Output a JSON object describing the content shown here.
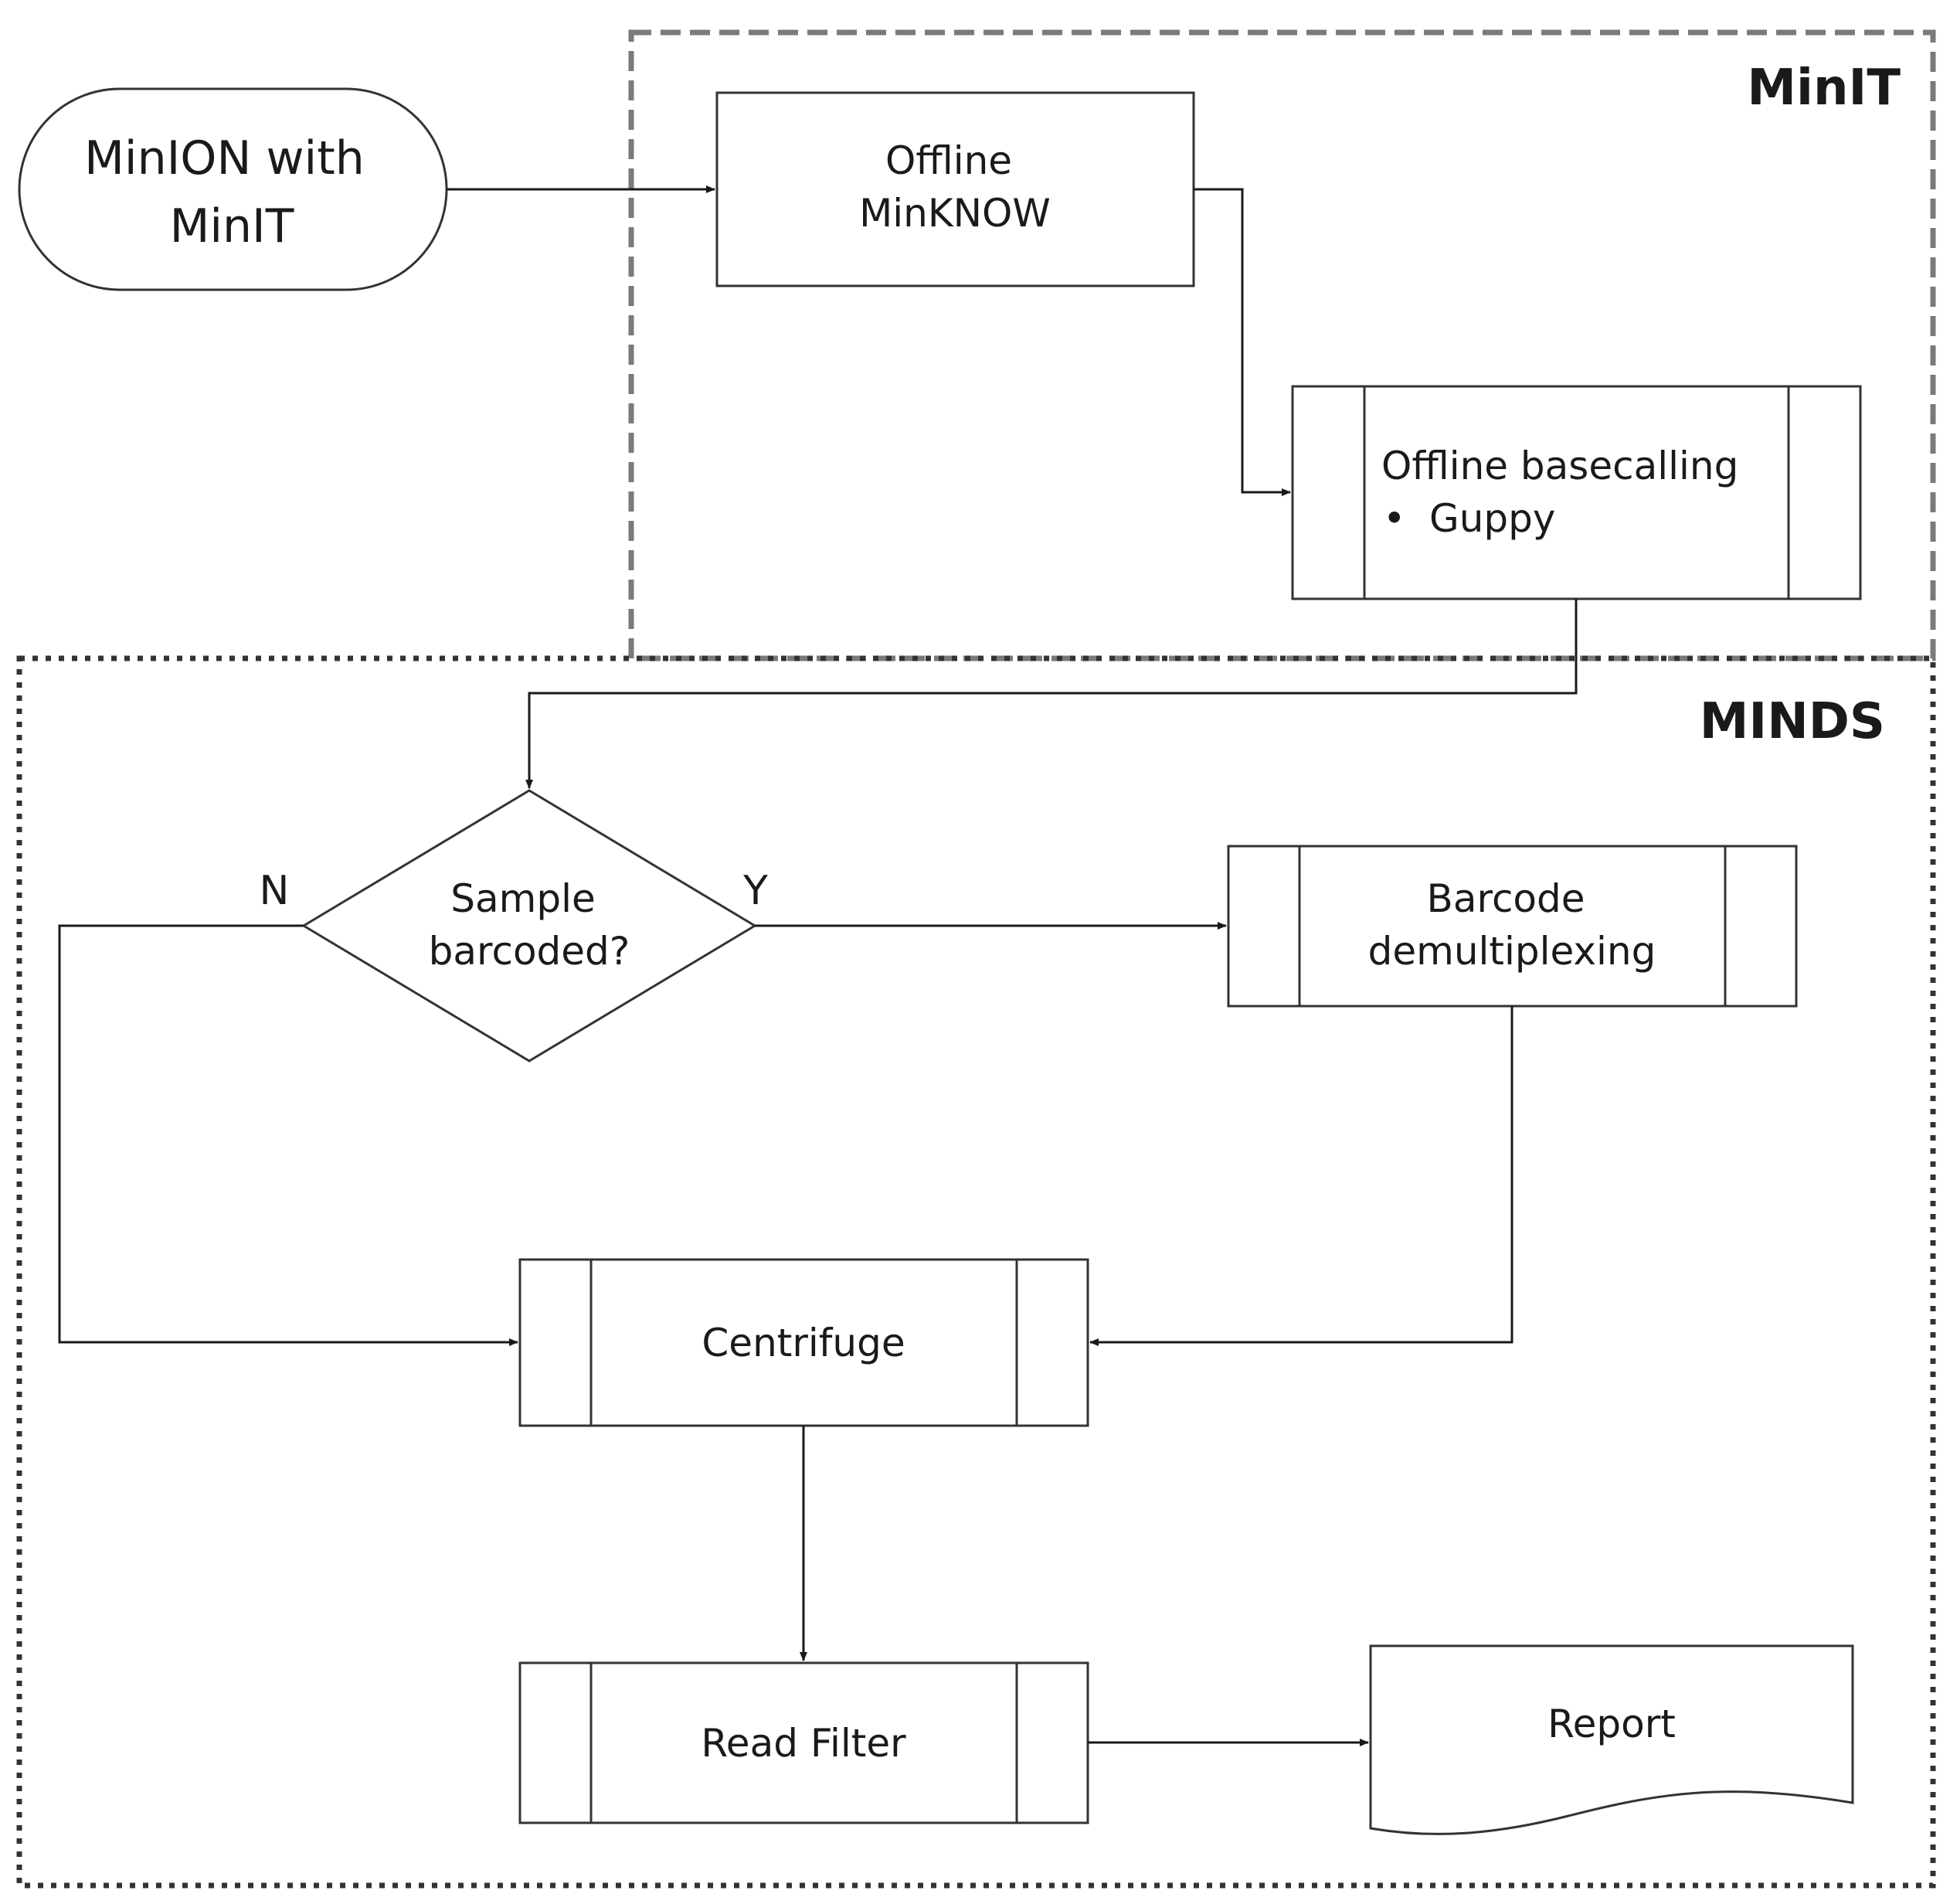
{
  "groups": {
    "minit": {
      "label": "MinIT"
    },
    "minds": {
      "label": "MINDS"
    }
  },
  "nodes": {
    "start": {
      "lines": [
        "MinION with",
        "MinIT"
      ]
    },
    "minknow": {
      "lines": [
        "Offline",
        "MinKNOW"
      ]
    },
    "basecalling": {
      "title": "Offline basecalling",
      "bullet": "•",
      "bullet_text": "Guppy"
    },
    "decision": {
      "lines": [
        "Sample",
        "barcoded?"
      ]
    },
    "demux": {
      "lines": [
        "Barcode",
        "demultiplexing"
      ]
    },
    "centrifuge": {
      "label": "Centrifuge"
    },
    "read_filter": {
      "label": "Read Filter"
    },
    "report": {
      "label": "Report"
    }
  },
  "edges": {
    "no_label": "N",
    "yes_label": "Y"
  }
}
